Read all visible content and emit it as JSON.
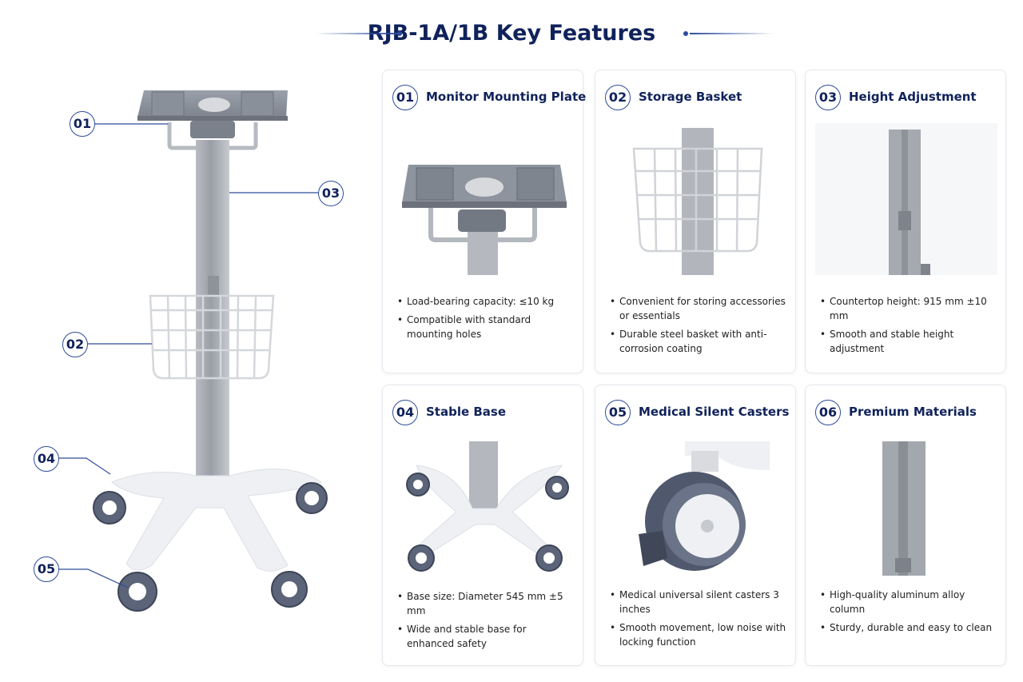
{
  "page": {
    "title": "RJB-1A/1B Key Features"
  },
  "colors": {
    "navy": "#10225a",
    "accent": "#2f4c9b",
    "metal": "#8c8f96",
    "base": "#eef0f3",
    "wheel": "#5b6479"
  },
  "callouts": [
    "01",
    "02",
    "03",
    "04",
    "05"
  ],
  "features": [
    {
      "number": "01",
      "title": "Monitor Mounting Plate",
      "icon": "monitor-mounting-plate-image",
      "bullets": [
        "Load-bearing capacity: ≤10 kg",
        "Compatible with standard mounting holes"
      ]
    },
    {
      "number": "02",
      "title": "Storage Basket",
      "icon": "storage-basket-image",
      "bullets": [
        "Convenient for storing accessories or essentials",
        "Durable steel basket with anti-corrosion coating"
      ]
    },
    {
      "number": "03",
      "title": "Height Adjustment",
      "icon": "height-adjustment-column-image",
      "bullets": [
        "Countertop height: 915 mm ±10 mm",
        "Smooth and stable height adjustment"
      ]
    },
    {
      "number": "04",
      "title": "Stable Base",
      "icon": "stable-base-image",
      "bullets": [
        "Base size: Diameter 545 mm ±5 mm",
        "Wide and stable base for enhanced safety"
      ]
    },
    {
      "number": "05",
      "title": "Medical Silent Casters",
      "icon": "caster-wheel-image",
      "bullets": [
        "Medical universal silent casters 3 inches",
        "Smooth movement, low noise with locking function"
      ]
    },
    {
      "number": "06",
      "title": "Premium Materials",
      "icon": "aluminum-column-image",
      "bullets": [
        "High-quality aluminum alloy column",
        "Sturdy, durable and easy to clean"
      ]
    }
  ]
}
